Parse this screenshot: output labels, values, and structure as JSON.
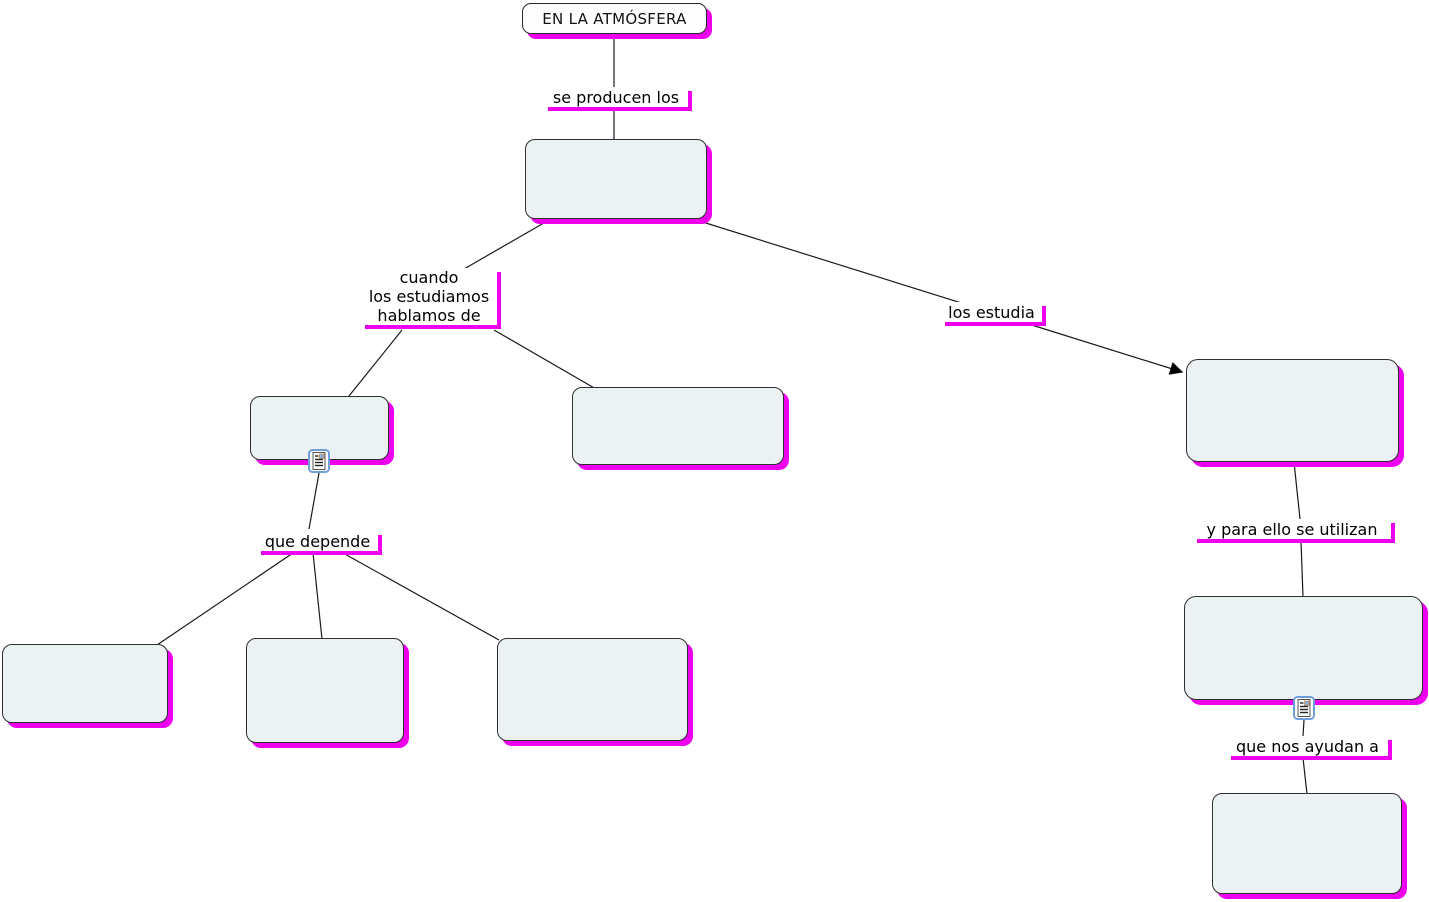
{
  "title_node": {
    "label": "EN LA ATMÓSFERA"
  },
  "linking_phrases": {
    "se_producen_los": {
      "label": "se producen los"
    },
    "cuando_estudiamos": {
      "label": "cuando\nlos estudiamos\nhablamos de"
    },
    "los_estudia": {
      "label": "los estudia"
    },
    "que_depende": {
      "label": "que depende"
    },
    "y_para_ello": {
      "label": "y para ello se utilizan"
    },
    "que_nos_ayudan_a": {
      "label": "que nos ayudan a"
    }
  },
  "concept_nodes": [
    {
      "id": "concept-a",
      "label": ""
    },
    {
      "id": "concept-b",
      "label": ""
    },
    {
      "id": "concept-c",
      "label": ""
    },
    {
      "id": "concept-d",
      "label": ""
    },
    {
      "id": "concept-e",
      "label": ""
    },
    {
      "id": "concept-f",
      "label": ""
    },
    {
      "id": "concept-g",
      "label": ""
    },
    {
      "id": "concept-h",
      "label": ""
    },
    {
      "id": "concept-i",
      "label": ""
    }
  ],
  "icons": {
    "resource": "resource-link-icon"
  },
  "colors": {
    "shadow": "#ee00ee",
    "node_fill": "#ecf2f4",
    "node_border": "#2f2f2f",
    "title_fill": "#fdfdfd",
    "line": "#1a1a1a",
    "text": "#000000",
    "background": "#ffffff"
  }
}
